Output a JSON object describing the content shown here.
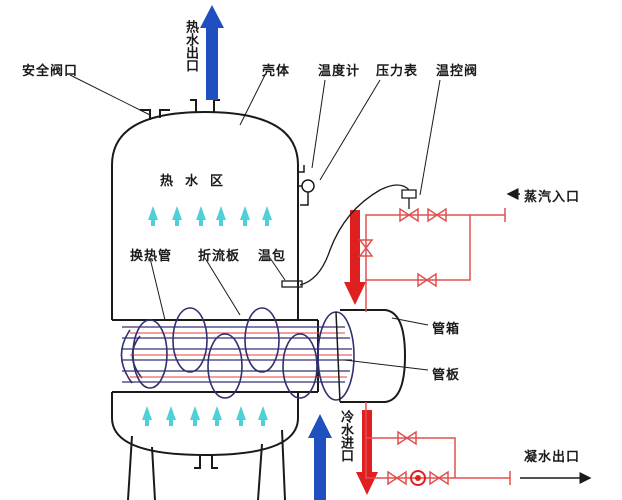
{
  "labels": {
    "safety_valve": "安全阀口",
    "hot_water_out": "热水出口",
    "shell": "壳体",
    "thermometer": "温度计",
    "pressure_gauge": "压力表",
    "temp_control_valve": "温控阀",
    "hot_water_zone": "热水区",
    "steam_inlet": "蒸汽入口",
    "heat_exchange_tube": "换热管",
    "baffle": "折流板",
    "temp_bulb": "温包",
    "tube_box": "管箱",
    "tube_sheet": "管板",
    "cold_water_in": "冷水进口",
    "condensate_out": "凝水出口"
  },
  "colors": {
    "line": "#1a1a1a",
    "hot": "#e02020",
    "cold": "#2060d0",
    "steam_pipe": "#e05050",
    "water_flow": "#4fd0d8",
    "tube": "#303070"
  },
  "icons": {
    "hot_water_arrow": "blue-up-arrow",
    "steam_flow_arrow": "red-down-arrow",
    "cold_water_arrow": "blue-up-arrow",
    "condensate_arrow": "red-down-arrow",
    "valve": "bowtie-valve-icon",
    "trap": "steam-trap-icon"
  }
}
